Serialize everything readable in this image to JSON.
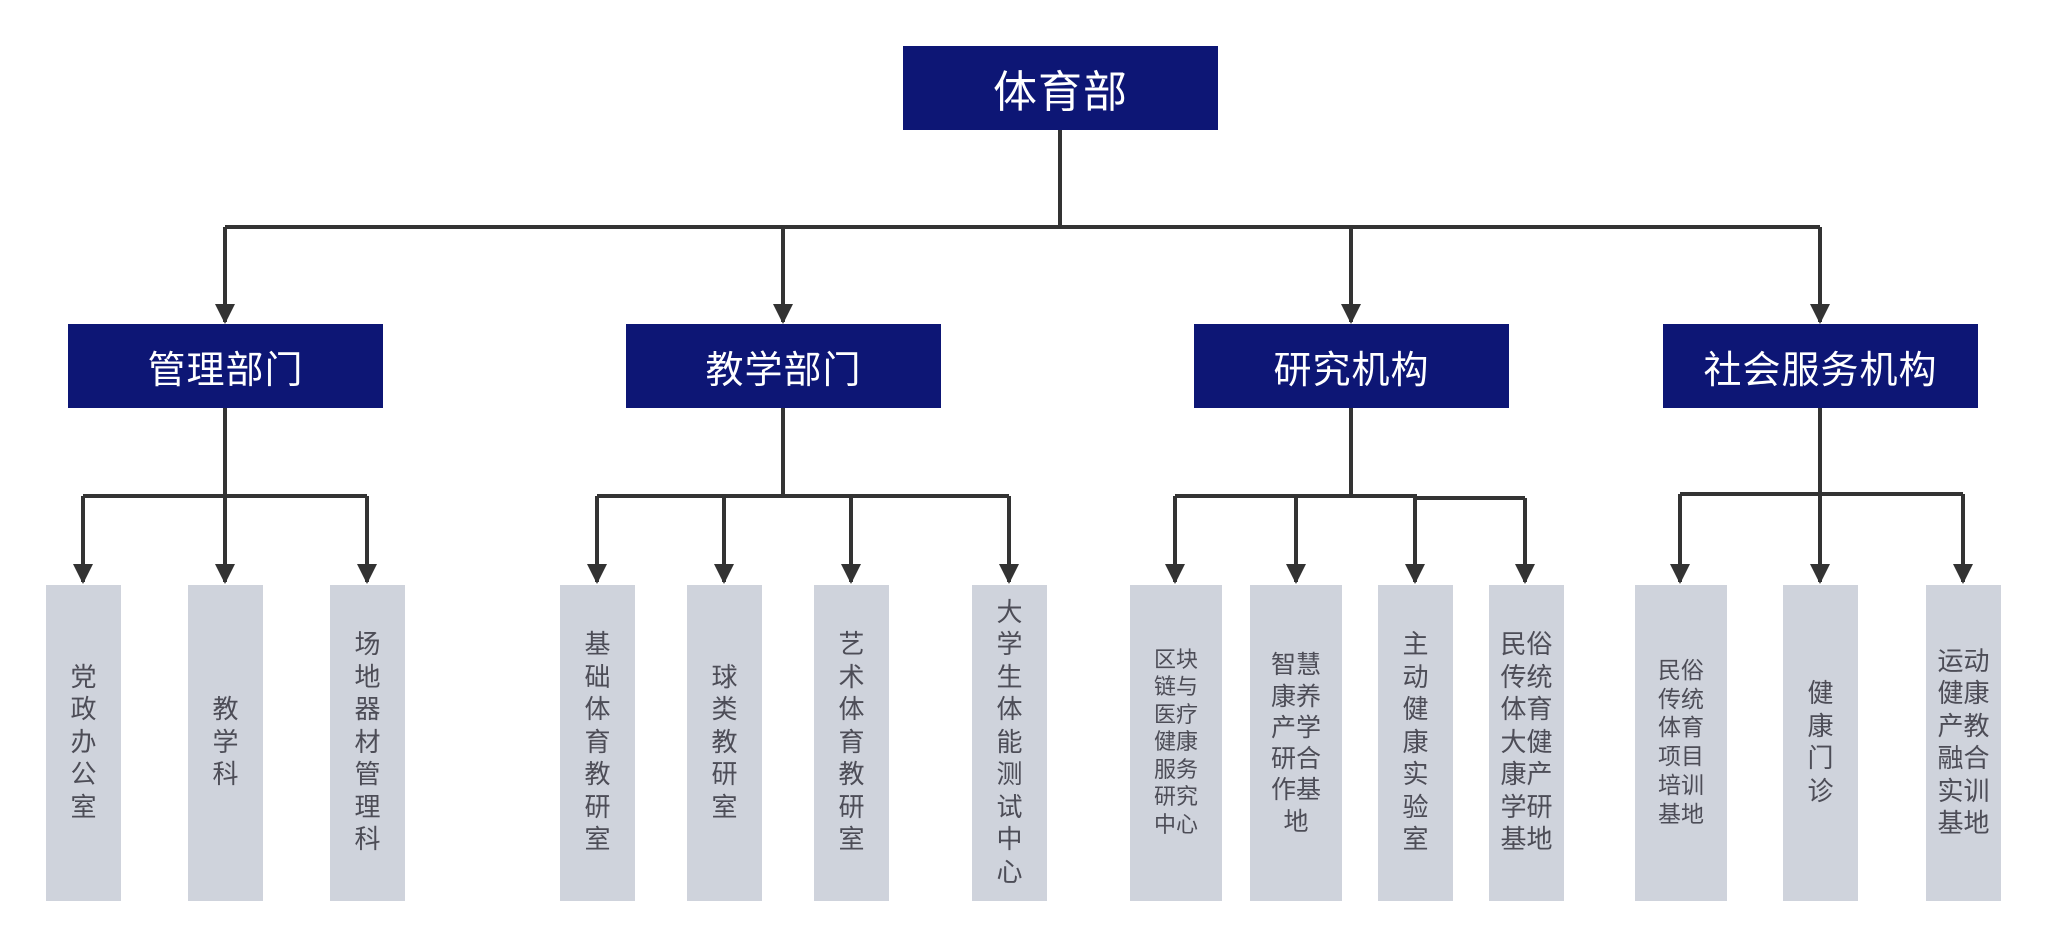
{
  "root": {
    "label": "体育部"
  },
  "departments": [
    {
      "label": "管理部门",
      "children": [
        {
          "label": "党政办公室"
        },
        {
          "label": "教学科"
        },
        {
          "label": "场地器材管理科"
        }
      ]
    },
    {
      "label": "教学部门",
      "children": [
        {
          "label": "基础体育教研室"
        },
        {
          "label": "球类教研室"
        },
        {
          "label": "艺术体育教研室"
        },
        {
          "label": "大学生体能测试中心"
        }
      ]
    },
    {
      "label": "研究机构",
      "children": [
        {
          "label": "区块链与医疗健康服务研究中心"
        },
        {
          "label": "智慧康养产学研合作基地"
        },
        {
          "label": "主动健康实验室"
        },
        {
          "label": "民俗传统体育大健康产学研基地"
        }
      ]
    },
    {
      "label": "社会服务机构",
      "children": [
        {
          "label": "民俗传统体育项目培训基地"
        },
        {
          "label": "健康门诊"
        },
        {
          "label": "运动健康产教融合实训基地"
        }
      ]
    }
  ],
  "colors": {
    "dept_fill": "#0d1675",
    "dept_text": "#ffffff",
    "leaf_fill": "#cfd3dc",
    "leaf_text": "#4d4d57",
    "connector": "#333333"
  }
}
